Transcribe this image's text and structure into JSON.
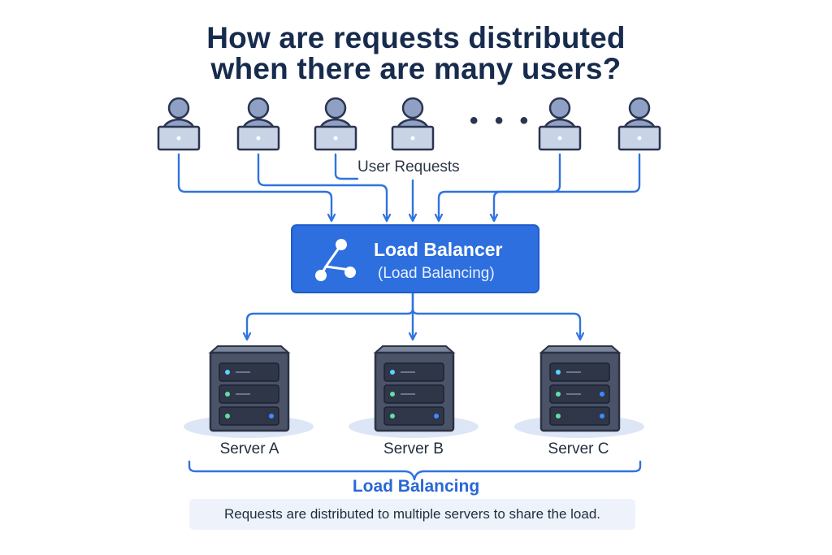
{
  "title": {
    "line1": "How are requests distributed",
    "line2": "when there are many users?"
  },
  "users": {
    "count_shown": 6,
    "ellipsis": "• • •",
    "icon": "user-laptop-icon"
  },
  "request_label": "User Requests",
  "load_balancer": {
    "title": "Load Balancer",
    "subtitle": "(Load Balancing)",
    "icon": "share-nodes-icon"
  },
  "servers": [
    {
      "name": "Server A",
      "icon": "server-rack-icon"
    },
    {
      "name": "Server B",
      "icon": "server-rack-icon"
    },
    {
      "name": "Server C",
      "icon": "server-rack-icon"
    }
  ],
  "group_label": "Load Balancing",
  "caption": "Requests are distributed to multiple servers to share the load.",
  "colors": {
    "accent": "#2d6fdf",
    "arrow": "#2f73e0",
    "title": "#172b4d",
    "user_fill": "#8fa0c4",
    "server_body": "#4a5368"
  }
}
